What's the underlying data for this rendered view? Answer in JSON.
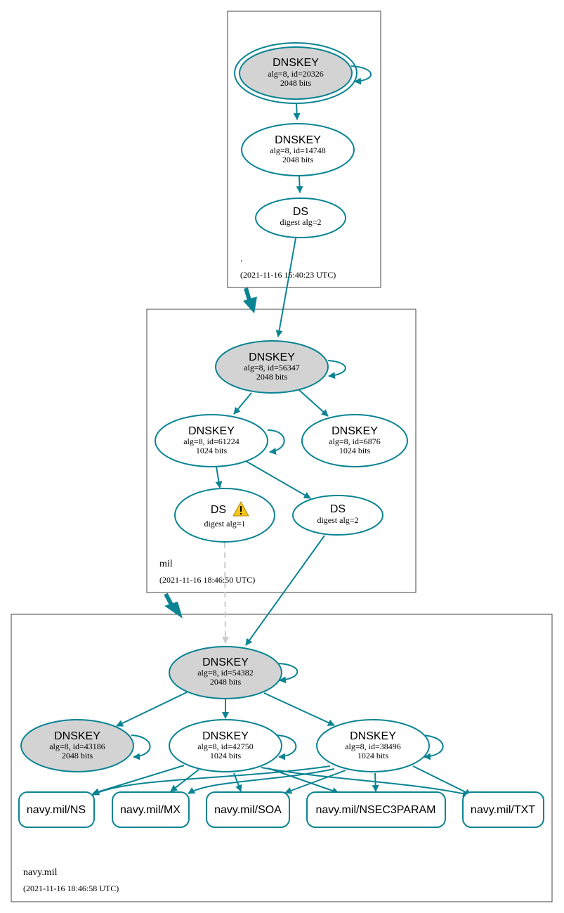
{
  "colors": {
    "edge": "#0a8493",
    "ksk_fill": "#d3d3d3",
    "zsk_fill": "#ffffff",
    "insecure_edge": "#cccccc",
    "warning": "#f5c518"
  },
  "zones": {
    "root": {
      "name": ".",
      "timestamp": "(2021-11-16 15:40:23 UTC)"
    },
    "mil": {
      "name": "mil",
      "timestamp": "(2021-11-16 18:46:50 UTC)"
    },
    "navy": {
      "name": "navy.mil",
      "timestamp": "(2021-11-16 18:46:58 UTC)"
    }
  },
  "nodes": {
    "root_ksk": {
      "title": "DNSKEY",
      "line1": "alg=8, id=20326",
      "line2": "2048 bits"
    },
    "root_zsk": {
      "title": "DNSKEY",
      "line1": "alg=8, id=14748",
      "line2": "2048 bits"
    },
    "root_ds": {
      "title": "DS",
      "line1": "digest alg=2"
    },
    "mil_ksk": {
      "title": "DNSKEY",
      "line1": "alg=8, id=56347",
      "line2": "2048 bits"
    },
    "mil_zsk1": {
      "title": "DNSKEY",
      "line1": "alg=8, id=61224",
      "line2": "1024 bits"
    },
    "mil_zsk2": {
      "title": "DNSKEY",
      "line1": "alg=8, id=6876",
      "line2": "1024 bits"
    },
    "mil_ds1": {
      "title": "DS",
      "line1": "digest alg=1",
      "icon": "warning-icon"
    },
    "mil_ds2": {
      "title": "DS",
      "line1": "digest alg=2"
    },
    "navy_ksk": {
      "title": "DNSKEY",
      "line1": "alg=8, id=54382",
      "line2": "2048 bits"
    },
    "navy_k43186": {
      "title": "DNSKEY",
      "line1": "alg=8, id=43186",
      "line2": "2048 bits"
    },
    "navy_k42750": {
      "title": "DNSKEY",
      "line1": "alg=8, id=42750",
      "line2": "1024 bits"
    },
    "navy_k38496": {
      "title": "DNSKEY",
      "line1": "alg=8, id=38496",
      "line2": "1024 bits"
    }
  },
  "records": {
    "ns": "navy.mil/NS",
    "mx": "navy.mil/MX",
    "soa": "navy.mil/SOA",
    "nsec3param": "navy.mil/NSEC3PARAM",
    "txt": "navy.mil/TXT"
  }
}
